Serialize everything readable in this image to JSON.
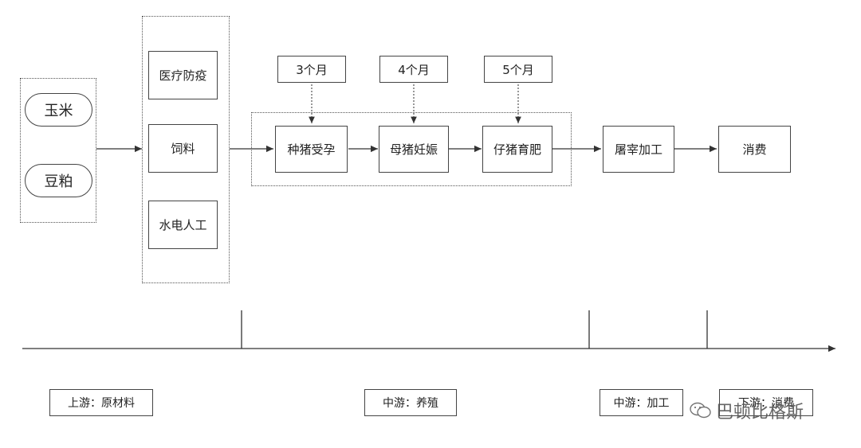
{
  "raw_materials": {
    "corn": "玉米",
    "soybean_meal": "豆粕"
  },
  "inputs": {
    "medical": "医疗防疫",
    "feed": "饲料",
    "utilities": "水电人工"
  },
  "durations": {
    "d1": "3个月",
    "d2": "4个月",
    "d3": "5个月"
  },
  "stages": {
    "breeding": "种猪受孕",
    "pregnancy": "母猪妊娠",
    "fattening": "仔猪育肥",
    "slaughter": "屠宰加工",
    "consumption": "消费"
  },
  "timeline": {
    "upstream": "上游：原材料",
    "midstream_farming": "中游：养殖",
    "midstream_processing": "中游：加工",
    "downstream": "下游：消费"
  },
  "watermark": {
    "text": "巴顿比格斯"
  }
}
